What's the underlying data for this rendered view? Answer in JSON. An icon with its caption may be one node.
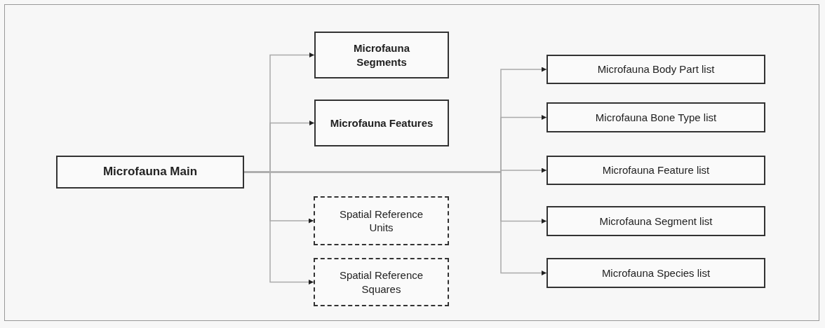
{
  "diagram": {
    "nodes": [
      {
        "text": [
          "Microfauna Main"
        ]
      },
      {
        "text": [
          "Microfauna Segments"
        ]
      },
      {
        "text": [
          "Microfauna Features"
        ]
      },
      {
        "text": [
          "Spatial Reference Units"
        ]
      },
      {
        "text": [
          "Spatial Reference Squares"
        ]
      },
      {
        "text": [
          "Microfauna Body Part list"
        ]
      },
      {
        "text": [
          "Microfauna Bone Type list"
        ]
      },
      {
        "text": [
          "Microfauna Feature list"
        ]
      },
      {
        "text": [
          "Microfauna Segment list"
        ]
      },
      {
        "text": [
          "Microfauna Species list"
        ]
      }
    ],
    "edges": [
      {
        "from": 0,
        "to": 1,
        "arrow": "to"
      },
      {
        "from": 0,
        "to": 2,
        "arrow": "to"
      },
      {
        "from": 0,
        "to": 3,
        "arrow": "to"
      },
      {
        "from": 0,
        "to": 4,
        "arrow": "to"
      },
      {
        "from": 0,
        "to": 5,
        "arrow": "to"
      },
      {
        "from": 0,
        "to": 6,
        "arrow": "to"
      },
      {
        "from": 0,
        "to": 7,
        "arrow": "to"
      },
      {
        "from": 0,
        "to": 8,
        "arrow": "to"
      },
      {
        "from": 0,
        "to": 9,
        "arrow": "to"
      }
    ]
  }
}
